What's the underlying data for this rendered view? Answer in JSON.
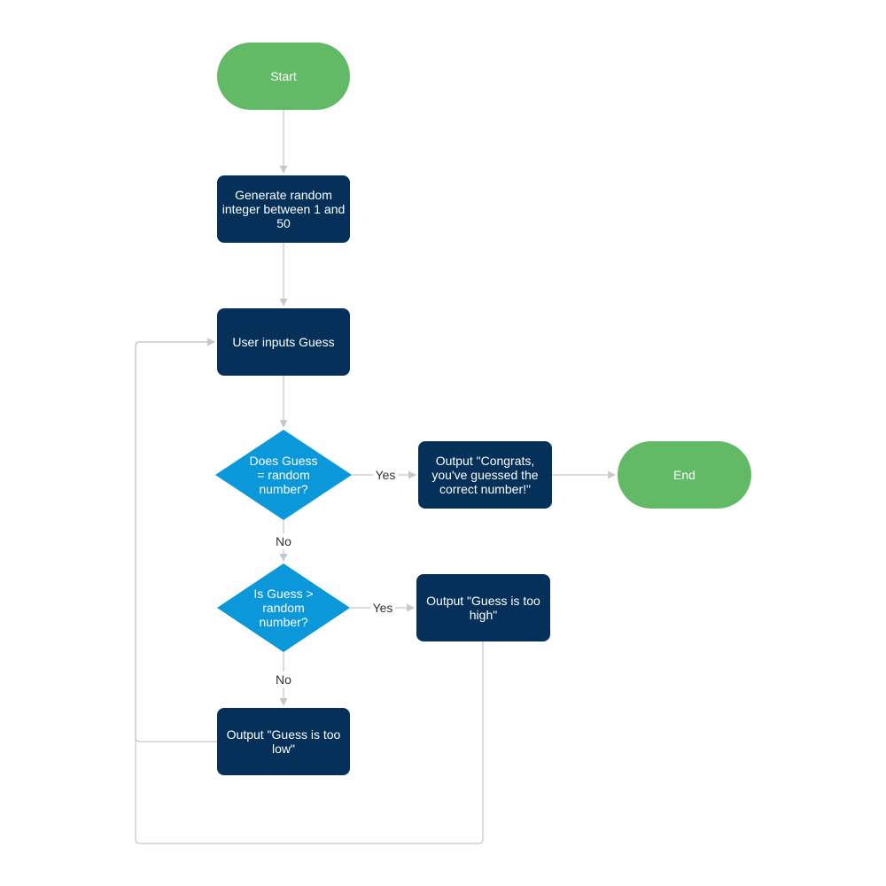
{
  "colors": {
    "terminal": "#62b966",
    "process": "#04305a",
    "decision": "#0b98da",
    "edge": "#c8c8c8",
    "node_text": "#ffffff",
    "label_text": "#333333"
  },
  "nodes": {
    "start": {
      "shape": "terminal",
      "lines": [
        "Start"
      ]
    },
    "generate": {
      "shape": "process",
      "lines": [
        "Generate random",
        "integer between 1 and",
        "50"
      ]
    },
    "input": {
      "shape": "process",
      "lines": [
        "User inputs Guess"
      ]
    },
    "decision_equal": {
      "shape": "decision",
      "lines": [
        "Does Guess",
        "= random",
        "number?"
      ]
    },
    "congrats": {
      "shape": "process",
      "lines": [
        "Output \"Congrats,",
        "you've guessed the",
        "correct number!\""
      ]
    },
    "end": {
      "shape": "terminal",
      "lines": [
        "End"
      ]
    },
    "decision_greater": {
      "shape": "decision",
      "lines": [
        "Is Guess >",
        "random",
        "number?"
      ]
    },
    "too_high": {
      "shape": "process",
      "lines": [
        "Output \"Guess is too",
        "high\""
      ]
    },
    "too_low": {
      "shape": "process",
      "lines": [
        "Output \"Guess is too",
        "low\""
      ]
    }
  },
  "edges": [
    {
      "from": "start",
      "to": "generate",
      "label": ""
    },
    {
      "from": "generate",
      "to": "input",
      "label": ""
    },
    {
      "from": "input",
      "to": "decision_equal",
      "label": ""
    },
    {
      "from": "decision_equal",
      "to": "congrats",
      "label": "Yes"
    },
    {
      "from": "congrats",
      "to": "end",
      "label": ""
    },
    {
      "from": "decision_equal",
      "to": "decision_greater",
      "label": "No"
    },
    {
      "from": "decision_greater",
      "to": "too_high",
      "label": "Yes"
    },
    {
      "from": "decision_greater",
      "to": "too_low",
      "label": "No"
    },
    {
      "from": "too_low",
      "to": "input",
      "label": ""
    },
    {
      "from": "too_high",
      "to": "input",
      "label": ""
    }
  ]
}
